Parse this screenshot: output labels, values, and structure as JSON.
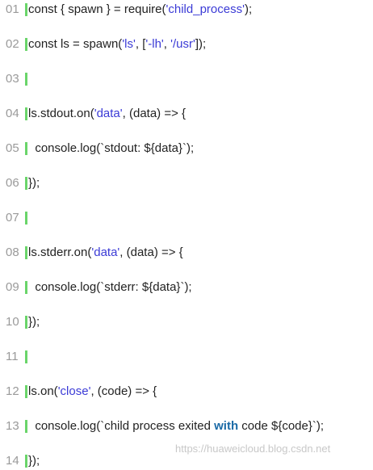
{
  "code": {
    "lines": [
      {
        "number": "01",
        "segments": [
          {
            "text": "const { spawn } = require(",
            "type": "plain"
          },
          {
            "text": "'child_process'",
            "type": "str"
          },
          {
            "text": ");",
            "type": "plain"
          }
        ]
      },
      {
        "number": "02",
        "segments": [
          {
            "text": "const ls = spawn(",
            "type": "plain"
          },
          {
            "text": "'ls'",
            "type": "str"
          },
          {
            "text": ", [",
            "type": "plain"
          },
          {
            "text": "'-lh'",
            "type": "str"
          },
          {
            "text": ", ",
            "type": "plain"
          },
          {
            "text": "'/usr'",
            "type": "str"
          },
          {
            "text": "]);",
            "type": "plain"
          }
        ]
      },
      {
        "number": "03",
        "segments": []
      },
      {
        "number": "04",
        "segments": [
          {
            "text": "ls.stdout.on(",
            "type": "plain"
          },
          {
            "text": "'data'",
            "type": "str"
          },
          {
            "text": ", (data) => {",
            "type": "plain"
          }
        ]
      },
      {
        "number": "05",
        "segments": [
          {
            "text": "  console.log(`stdout: ${data}`);",
            "type": "plain"
          }
        ]
      },
      {
        "number": "06",
        "segments": [
          {
            "text": "});",
            "type": "plain"
          }
        ]
      },
      {
        "number": "07",
        "segments": []
      },
      {
        "number": "08",
        "segments": [
          {
            "text": "ls.stderr.on(",
            "type": "plain"
          },
          {
            "text": "'data'",
            "type": "str"
          },
          {
            "text": ", (data) => {",
            "type": "plain"
          }
        ]
      },
      {
        "number": "09",
        "segments": [
          {
            "text": "  console.log(`stderr: ${data}`);",
            "type": "plain"
          }
        ]
      },
      {
        "number": "10",
        "segments": [
          {
            "text": "});",
            "type": "plain"
          }
        ]
      },
      {
        "number": "11",
        "segments": []
      },
      {
        "number": "12",
        "segments": [
          {
            "text": "ls.on(",
            "type": "plain"
          },
          {
            "text": "'close'",
            "type": "str"
          },
          {
            "text": ", (code) => {",
            "type": "plain"
          }
        ]
      },
      {
        "number": "13",
        "segments": [
          {
            "text": "  console.log(`child process exited ",
            "type": "plain"
          },
          {
            "text": "with",
            "type": "kw"
          },
          {
            "text": " code ${code}`);",
            "type": "plain"
          }
        ]
      },
      {
        "number": "14",
        "segments": [
          {
            "text": "});",
            "type": "plain"
          }
        ]
      }
    ]
  },
  "watermark": {
    "text": "https://huaweicloud.blog.csdn.net"
  },
  "colors": {
    "gutter_bar": "#6ad56a",
    "line_number": "#9a9a9a",
    "string": "#3b3bd6",
    "keyword": "#1a6aa6",
    "text": "#222222"
  }
}
